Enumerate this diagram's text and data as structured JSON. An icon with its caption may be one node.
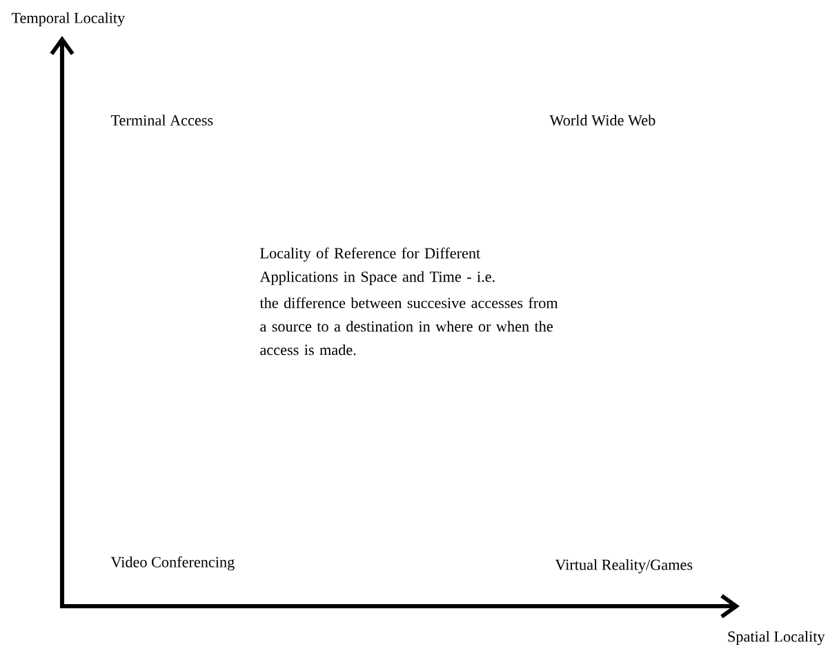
{
  "diagram": {
    "labels": [
      "Temporal Locality",
      "Terminal Access",
      "World Wide Web",
      "Locality of Reference for Different Applications in Space and Time - i.e.",
      "the difference between succesive accesses from a source to a destination in where or when the access is made.",
      "Video Conferencing",
      "Virtual Reality/Games",
      "Spatial Locality"
    ]
  }
}
